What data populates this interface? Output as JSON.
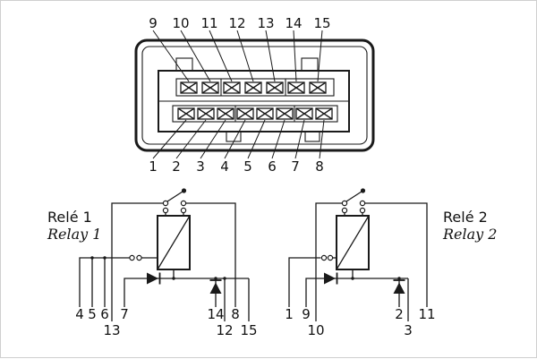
{
  "figure": {
    "type": "relay-connector-pinout-diagram",
    "background_color": "#ffffff",
    "line_color": "#1a1a1a"
  },
  "connector": {
    "top_pin_labels": [
      "9",
      "10",
      "11",
      "12",
      "13",
      "14",
      "15"
    ],
    "bottom_pin_labels": [
      "1",
      "2",
      "3",
      "4",
      "5",
      "6",
      "7",
      "8"
    ]
  },
  "relay1": {
    "title": "Relé 1",
    "subtitle": "Relay 1",
    "pins": {
      "p4": "4",
      "p5": "5",
      "p6": "6",
      "p7": "7",
      "p13": "13",
      "p14": "14",
      "p8": "8",
      "p12": "12",
      "p15": "15"
    }
  },
  "relay2": {
    "title": "Relé 2",
    "subtitle": "Relay 2",
    "pins": {
      "p1": "1",
      "p9": "9",
      "p10": "10",
      "p2": "2",
      "p11": "11",
      "p3": "3"
    }
  }
}
